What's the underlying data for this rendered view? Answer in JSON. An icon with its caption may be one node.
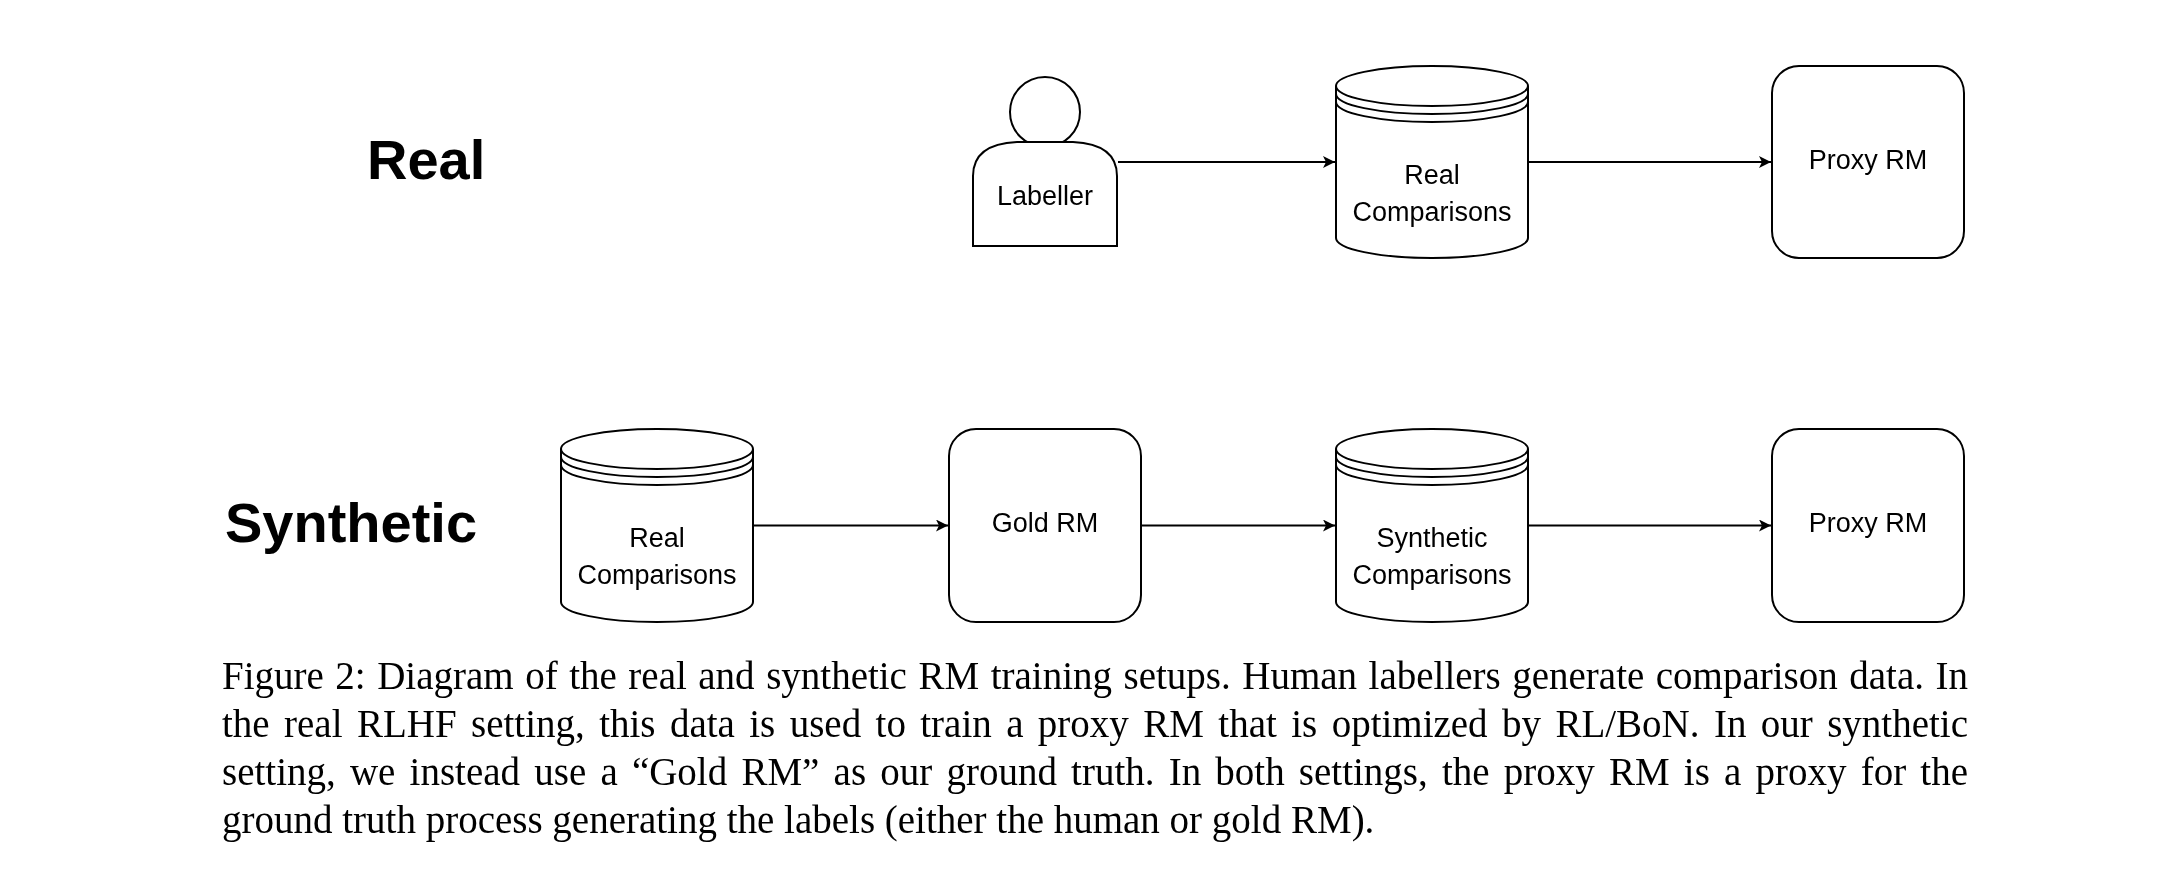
{
  "diagram": {
    "caption": "Figure 2: Diagram of the real and synthetic RM training setups. Human labellers generate comparison data. In the real RLHF setting, this data is used to train a proxy RM that is optimized by RL/BoN. In our synthetic setting, we instead use a “Gold RM” as our ground truth. In both settings, the proxy RM is a proxy for the ground truth process generating the labels (either the human or gold RM).",
    "nodes": [
      {
        "text": [
          "Labeller"
        ]
      },
      {
        "text": [
          "Real Comparisons"
        ]
      },
      {
        "text": [
          "Proxy RM"
        ]
      },
      {
        "text": [
          "Real Comparisons"
        ]
      },
      {
        "text": [
          "Gold RM"
        ]
      },
      {
        "text": [
          "Synthetic Comparisons"
        ]
      },
      {
        "text": [
          "Proxy RM"
        ]
      }
    ],
    "edges": [
      {
        "from": 0,
        "to": 1,
        "arrow": "to"
      },
      {
        "from": 1,
        "to": 2,
        "arrow": "to"
      },
      {
        "from": 3,
        "to": 4,
        "arrow": "to"
      },
      {
        "from": 4,
        "to": 5,
        "arrow": "to"
      },
      {
        "from": 5,
        "to": 6,
        "arrow": "to"
      }
    ],
    "labels": [
      "Real",
      "Synthetic"
    ]
  }
}
